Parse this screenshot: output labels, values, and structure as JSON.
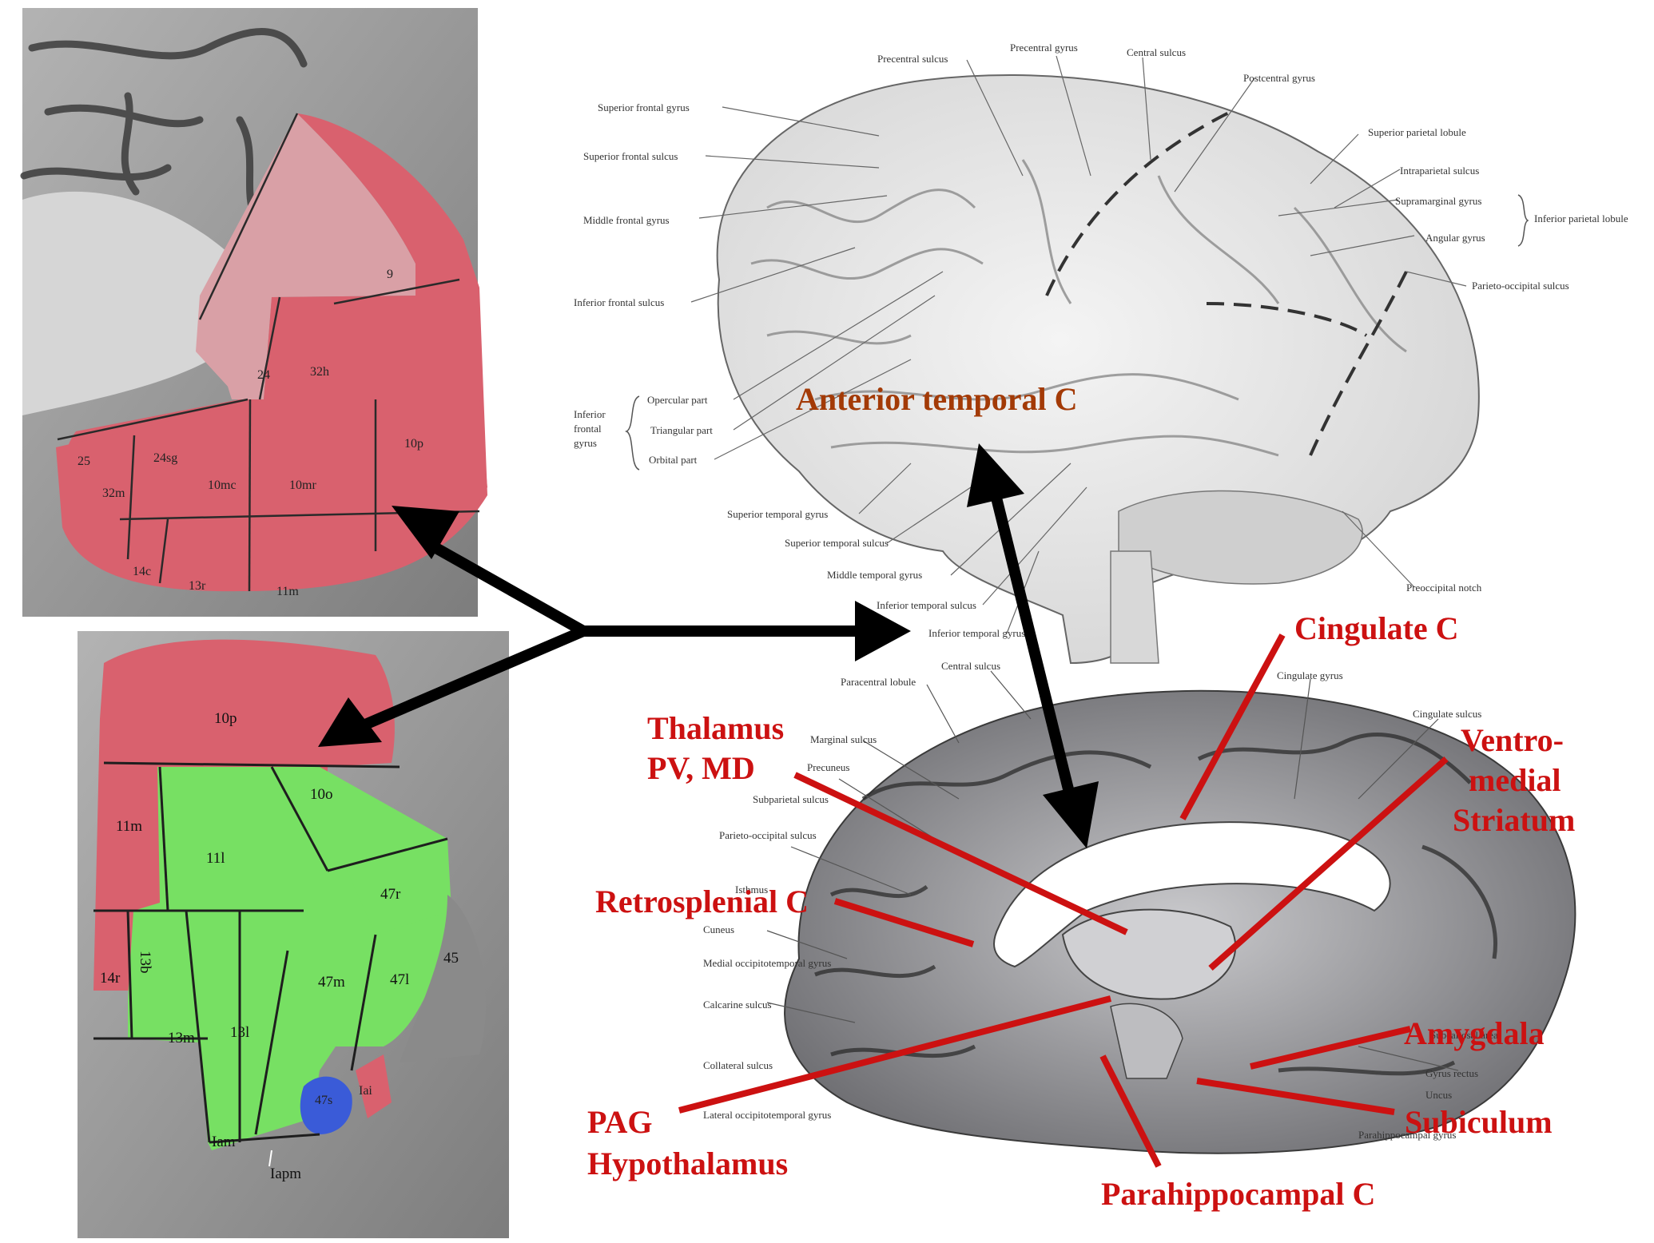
{
  "colors": {
    "red_label": "#cc1111",
    "brown_label": "#a33a06",
    "pfc_red": "#d9616e",
    "pfc_pink": "#d9a0a6",
    "ofc_green": "#77e063",
    "ofc_blue": "#3a5bd8",
    "brain_gray": "#9a9a9a",
    "arrow_black": "#000000"
  },
  "medial_pfc_areas": [
    "9",
    "24",
    "32h",
    "10p",
    "25",
    "24sg",
    "32m",
    "10mc",
    "10mr",
    "14c",
    "13r",
    "11m"
  ],
  "orbital_pfc_areas": [
    "10p",
    "10o",
    "11m",
    "11l",
    "47r",
    "14r",
    "13b",
    "13m",
    "13l",
    "47m",
    "47l",
    "45",
    "47s",
    "Iai",
    "Iam",
    "Iapm"
  ],
  "lateral_brain_labels": {
    "precentral_sulcus": "Precentral sulcus",
    "precentral_gyrus": "Precentral gyrus",
    "central_sulcus": "Central sulcus",
    "postcentral_gyrus": "Postcentral gyrus",
    "superior_frontal_gyrus": "Superior frontal gyrus",
    "superior_parietal_lobule": "Superior parietal lobule",
    "superior_frontal_sulcus": "Superior frontal sulcus",
    "intraparietal_sulcus": "Intraparietal sulcus",
    "supramarginal_gyrus": "Supramarginal gyrus",
    "middle_frontal_gyrus": "Middle frontal gyrus",
    "inferior_parietal_lobule": "Inferior parietal lobule",
    "angular_gyrus": "Angular gyrus",
    "inferior_frontal_sulcus": "Inferior frontal sulcus",
    "parieto_occipital_sulcus": "Parieto-occipital sulcus",
    "inferior_frontal_gyrus_1": "Inferior",
    "inferior_frontal_gyrus_2": "frontal",
    "inferior_frontal_gyrus_3": "gyrus",
    "opercular_part": "Opercular part",
    "triangular_part": "Triangular part",
    "orbital_part": "Orbital part",
    "superior_temporal_gyrus": "Superior temporal gyrus",
    "superior_temporal_sulcus": "Superior temporal sulcus",
    "middle_temporal_gyrus": "Middle temporal gyrus",
    "inferior_temporal_sulcus": "Inferior temporal sulcus",
    "inferior_temporal_gyrus": "Inferior temporal gyrus",
    "preoccipital_notch": "Preoccipital notch"
  },
  "medial_brain_labels": {
    "central_sulcus": "Central sulcus",
    "paracentral_lobule": "Paracentral lobule",
    "cingulate_gyrus": "Cingulate gyrus",
    "cingulate_sulcus": "Cingulate sulcus",
    "marginal_sulcus": "Marginal sulcus",
    "precuneus": "Precuneus",
    "subparietal_sulcus": "Subparietal sulcus",
    "parieto_occipital_sulcus": "Parieto-occipital sulcus",
    "isthmus": "Isthmus",
    "cuneus": "Cuneus",
    "medial_occipitotemporal_gyrus": "Medial occipitotemporal gyrus",
    "calcarine_sulcus": "Calcarine sulcus",
    "collateral_sulcus": "Collateral sulcus",
    "lateral_occipitotemporal_gyrus": "Lateral occipitotemporal gyrus",
    "gyrus_rectus": "Gyrus rectus",
    "uncus": "Uncus",
    "parahippocampal_gyrus": "Parahippocampal gyrus",
    "subcallosal_area": "Subcallosal area"
  },
  "connections": {
    "anterior_temporal": "Anterior temporal C",
    "cingulate": "Cingulate C",
    "thalamus_1": "Thalamus",
    "thalamus_2": "PV, MD",
    "ventromedial_1": "Ventro-",
    "ventromedial_2": "medial",
    "ventromedial_3": "Striatum",
    "retrosplenial": "Retrosplenial C",
    "amygdala": "Amygdala",
    "subiculum": "Subiculum",
    "pag_1": "PAG",
    "pag_2": "Hypothalamus",
    "parahippocampal": "Parahippocampal C"
  }
}
